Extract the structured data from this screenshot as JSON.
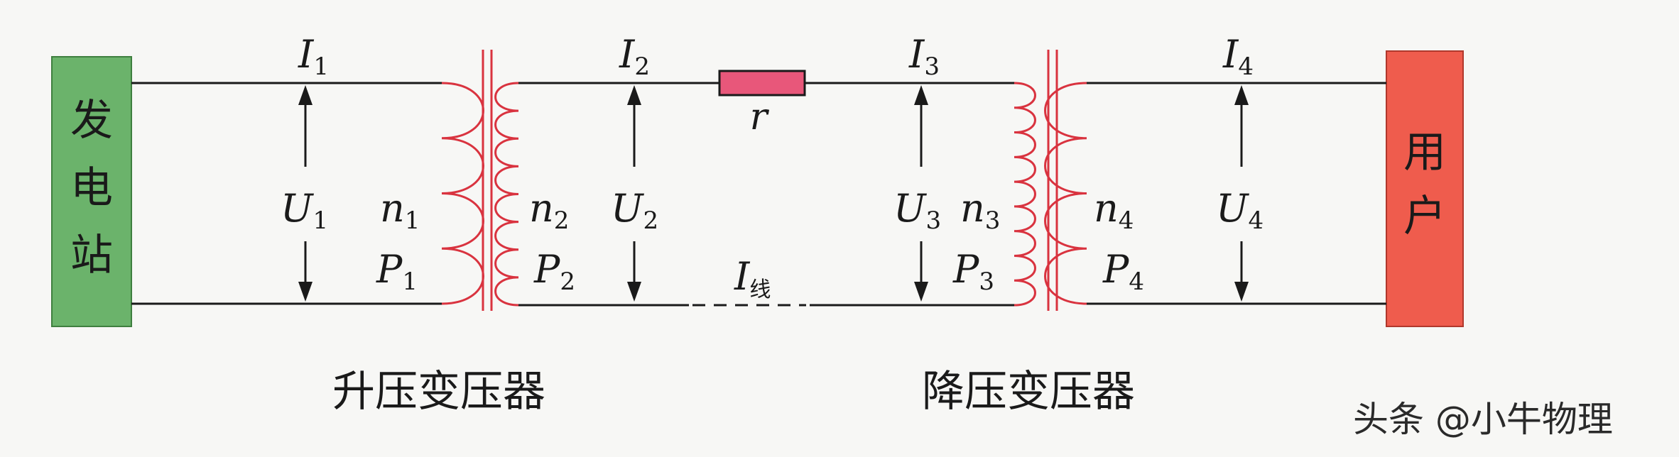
{
  "source_box": {
    "label_chars": [
      "发",
      "电",
      "站"
    ],
    "color": "#6bb36b"
  },
  "user_box": {
    "label_chars": [
      "用",
      "户"
    ],
    "color": "#ef5c4d"
  },
  "resistor": {
    "label": "r",
    "color": "#e8577a"
  },
  "currents": [
    {
      "symbol": "I",
      "sub": "1"
    },
    {
      "symbol": "I",
      "sub": "2"
    },
    {
      "symbol": "I",
      "sub": "3"
    },
    {
      "symbol": "I",
      "sub": "4"
    }
  ],
  "line_current": {
    "symbol": "I",
    "sub": "线"
  },
  "voltages": [
    {
      "symbol": "U",
      "sub": "1"
    },
    {
      "symbol": "U",
      "sub": "2"
    },
    {
      "symbol": "U",
      "sub": "3"
    },
    {
      "symbol": "U",
      "sub": "4"
    }
  ],
  "turns": [
    {
      "symbol": "n",
      "sub": "1"
    },
    {
      "symbol": "n",
      "sub": "2"
    },
    {
      "symbol": "n",
      "sub": "3"
    },
    {
      "symbol": "n",
      "sub": "4"
    }
  ],
  "powers": [
    {
      "symbol": "P",
      "sub": "1"
    },
    {
      "symbol": "P",
      "sub": "2"
    },
    {
      "symbol": "P",
      "sub": "3"
    },
    {
      "symbol": "P",
      "sub": "4"
    }
  ],
  "captions": {
    "step_up": "升压变压器",
    "step_down": "降压变压器"
  },
  "watermark": "头条 @小牛物理",
  "colors": {
    "wire": "#1a1a1a",
    "coil": "#d9333f"
  }
}
